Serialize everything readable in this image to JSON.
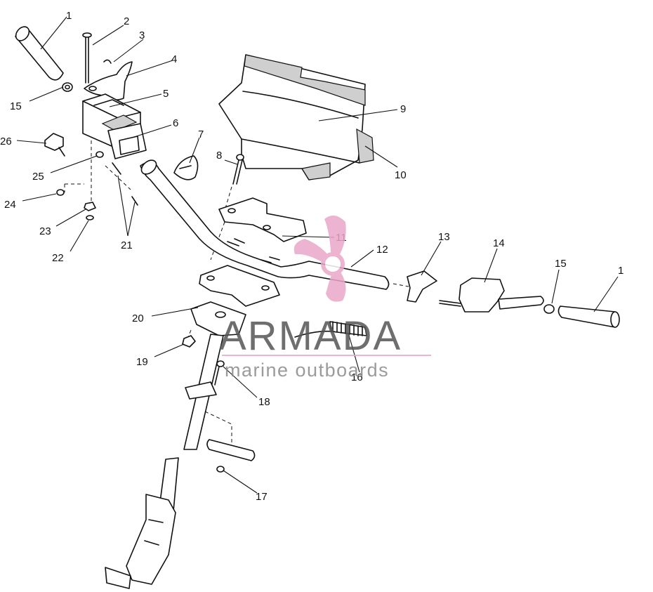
{
  "watermark": {
    "brand": "ARMADA",
    "tagline": "marine outboards",
    "brand_color": "#555555",
    "tagline_color": "#8a8a8a",
    "logo_color": "#e9a7c8"
  },
  "callouts": [
    {
      "id": "c1a",
      "label": "1"
    },
    {
      "id": "c2",
      "label": "2"
    },
    {
      "id": "c3",
      "label": "3"
    },
    {
      "id": "c4",
      "label": "4"
    },
    {
      "id": "c5",
      "label": "5"
    },
    {
      "id": "c6",
      "label": "6"
    },
    {
      "id": "c7",
      "label": "7"
    },
    {
      "id": "c8",
      "label": "8"
    },
    {
      "id": "c9",
      "label": "9"
    },
    {
      "id": "c10",
      "label": "10"
    },
    {
      "id": "c11",
      "label": "11"
    },
    {
      "id": "c12",
      "label": "12"
    },
    {
      "id": "c13",
      "label": "13"
    },
    {
      "id": "c14",
      "label": "14"
    },
    {
      "id": "c15b",
      "label": "15"
    },
    {
      "id": "c1b",
      "label": "1"
    },
    {
      "id": "c15a",
      "label": "15"
    },
    {
      "id": "c26",
      "label": "26"
    },
    {
      "id": "c25",
      "label": "25"
    },
    {
      "id": "c24",
      "label": "24"
    },
    {
      "id": "c23",
      "label": "23"
    },
    {
      "id": "c22",
      "label": "22"
    },
    {
      "id": "c21",
      "label": "21"
    },
    {
      "id": "c20",
      "label": "20"
    },
    {
      "id": "c19",
      "label": "19"
    },
    {
      "id": "c18",
      "label": "18"
    },
    {
      "id": "c17",
      "label": "17"
    },
    {
      "id": "c16",
      "label": "16"
    }
  ]
}
